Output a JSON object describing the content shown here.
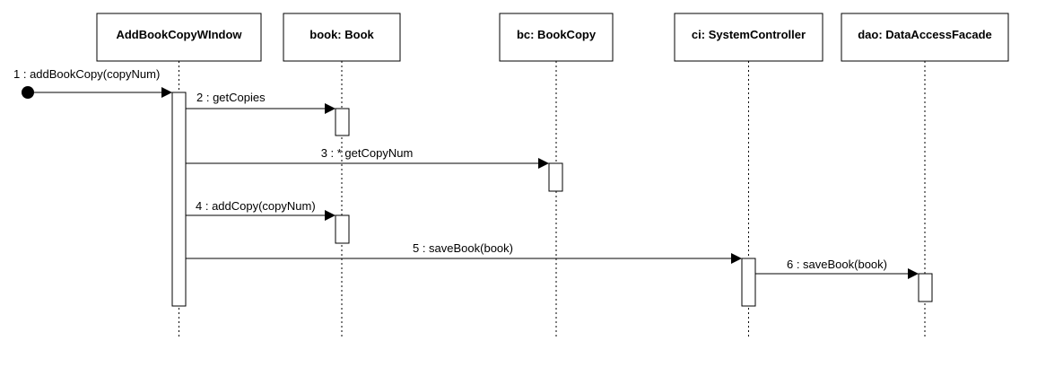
{
  "diagram": {
    "lifelines": [
      {
        "id": "window",
        "title": "AddBookCopyWIndow"
      },
      {
        "id": "book",
        "title": "book: Book"
      },
      {
        "id": "bc",
        "title": "bc: BookCopy"
      },
      {
        "id": "ci",
        "title": "ci: SystemController"
      },
      {
        "id": "dao",
        "title": "dao: DataAccessFacade"
      }
    ],
    "messages": [
      {
        "label": "1 : addBookCopy(copyNum)",
        "from": "found",
        "to": "window"
      },
      {
        "label": "2 : getCopies",
        "from": "window",
        "to": "book"
      },
      {
        "label": "3 : * getCopyNum",
        "from": "window",
        "to": "bc"
      },
      {
        "label": "4 : addCopy(copyNum)",
        "from": "window",
        "to": "book"
      },
      {
        "label": "5 : saveBook(book)",
        "from": "window",
        "to": "ci"
      },
      {
        "label": "6 : saveBook(book)",
        "from": "ci",
        "to": "dao"
      }
    ]
  }
}
